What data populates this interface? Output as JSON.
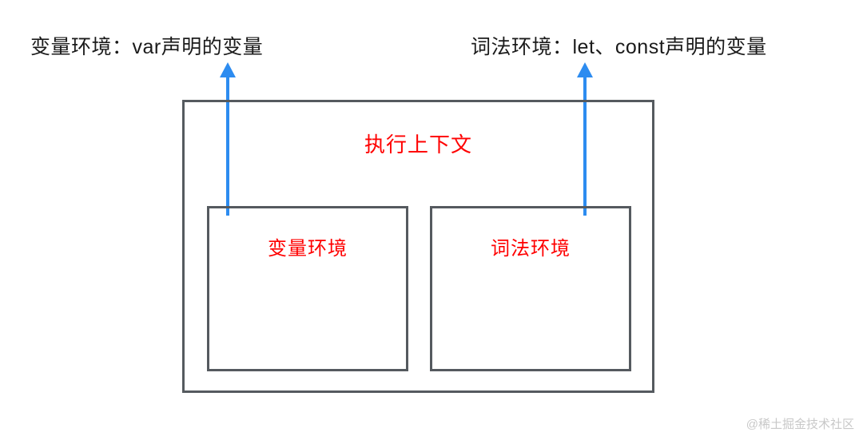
{
  "diagram": {
    "labels": {
      "variable_environment_top": "变量环境：var声明的变量",
      "lexical_environment_top": "词法环境：let、const声明的变量"
    },
    "execution_context": {
      "title": "执行上下文",
      "children": [
        {
          "title": "变量环境"
        },
        {
          "title": "词法环境"
        }
      ]
    },
    "arrows": [
      {
        "name": "arrow-variable-environment",
        "direction": "up",
        "color": "#2d8cf0"
      },
      {
        "name": "arrow-lexical-environment",
        "direction": "up",
        "color": "#2d8cf0"
      }
    ],
    "colors": {
      "box_border": "#555a5f",
      "label_text": "#1a1a1a",
      "title_text": "#ff0000",
      "arrow": "#2d8cf0",
      "watermark": "#c8c8c8",
      "background": "#ffffff"
    },
    "watermark": "@稀土掘金技术社区"
  }
}
